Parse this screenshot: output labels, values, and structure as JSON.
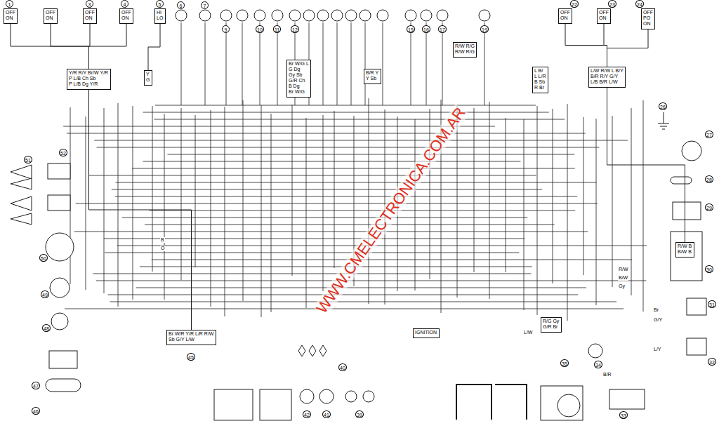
{
  "diagram": {
    "nodes": [
      {
        "text": [
          "OFF",
          "ON"
        ]
      },
      {
        "text": [
          "OFF",
          "ON"
        ]
      },
      {
        "text": [
          "OFF",
          "ON"
        ]
      },
      {
        "text": [
          "OFF",
          "ON"
        ]
      },
      {
        "text": [
          "HI",
          "LO"
        ]
      },
      {
        "text": [
          "OFF",
          "ON"
        ]
      },
      {
        "text": [
          "OFF",
          "ON"
        ]
      },
      {
        "text": [
          "OFF",
          "PO",
          "ON"
        ]
      },
      {
        "text": [
          "Y/R R/Y Br/W Y/R",
          "P L/B Ch Sb",
          "P L/B Dg Y/R"
        ]
      },
      {
        "text": [
          "Y",
          "G"
        ]
      },
      {
        "text": [
          "Br W/G L",
          "G Dg",
          "Gy Sb",
          "G/R Ch",
          "B Dg",
          "Br W/G"
        ]
      },
      {
        "text": [
          "B/R Y",
          "Y Sb"
        ]
      },
      {
        "text": [
          "R/W R/G",
          "R/W R/G"
        ]
      },
      {
        "text": [
          "L Br",
          "L L/R",
          "B Sb",
          "R Br"
        ]
      },
      {
        "text": [
          "L/W R/W L B/Y",
          "B/R R/Y G/Y",
          "L/B B/R L/W"
        ]
      },
      {
        "text": [
          "IGNITION"
        ]
      },
      {
        "text": [
          "Br W/R Y/R L/R R/W",
          "Sb G/Y L/W"
        ]
      },
      {
        "text": [
          "R/G Gy",
          "G/R Br"
        ]
      },
      {
        "text": [
          "R/W B",
          "B/W B"
        ]
      }
    ],
    "edges": [
      {
        "from": 0,
        "to": 8,
        "arrow": "none"
      },
      {
        "from": 1,
        "to": 8,
        "arrow": "none"
      },
      {
        "from": 2,
        "to": 8,
        "arrow": "none"
      },
      {
        "from": 3,
        "to": 8,
        "arrow": "none"
      },
      {
        "from": 4,
        "to": 9,
        "arrow": "none"
      },
      {
        "from": 5,
        "to": 14,
        "arrow": "none"
      },
      {
        "from": 6,
        "to": 14,
        "arrow": "none"
      },
      {
        "from": 7,
        "to": 14,
        "arrow": "none"
      },
      {
        "from": 8,
        "to": 16,
        "arrow": "none"
      },
      {
        "from": 14,
        "to": 18,
        "arrow": "none"
      }
    ],
    "labels": [
      "1",
      "3",
      "4",
      "5",
      "6",
      "7",
      "9",
      "10",
      "11",
      "12",
      "15",
      "16",
      "17",
      "19",
      "22",
      "23",
      "24",
      "26",
      "27",
      "28",
      "29",
      "30",
      "31",
      "32",
      "33",
      "34",
      "35",
      "39",
      "40",
      "41",
      "42",
      "45",
      "46",
      "47",
      "48",
      "49",
      "50",
      "51",
      "52",
      "WWW.CMELECTRONICA.COM.AR",
      "B",
      "O",
      "R/W",
      "B/W",
      "Gy",
      "G/Y",
      "L/Y",
      "Br",
      "B/R",
      "L/W"
    ]
  }
}
